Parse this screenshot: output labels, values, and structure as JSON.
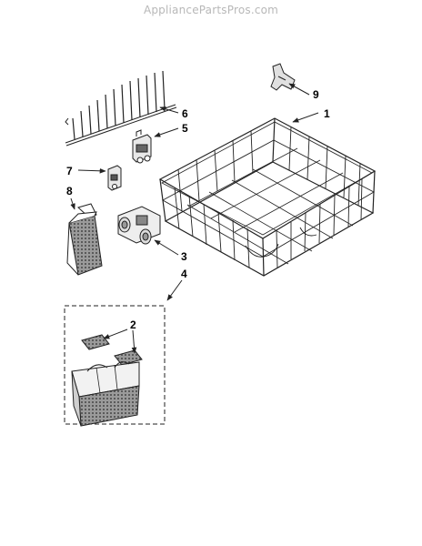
{
  "watermark": "AppliancePartsPros.com",
  "callouts": [
    "1",
    "2",
    "3",
    "4",
    "5",
    "6",
    "7",
    "8",
    "9"
  ],
  "colors": {
    "line": "#222222",
    "watermark": "#b8b8b8",
    "gray_part": "#888888"
  }
}
